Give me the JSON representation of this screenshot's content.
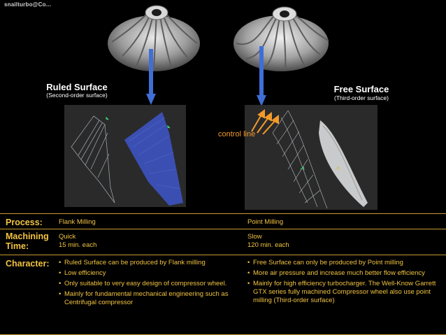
{
  "watermark": "snailturbo@Co...",
  "left": {
    "title": "Ruled Surface",
    "subtitle": "(Second-order surface)"
  },
  "right": {
    "title": "Free Surface",
    "subtitle": "(Third-order surface)",
    "control_line_label": "control line"
  },
  "colors": {
    "label_gold": "#f2c341",
    "rule_gold": "#c79a33",
    "arrow_blue": "#3f6fd6",
    "control_orange": "#f39a2a",
    "blue_blade": "#3b4fb3"
  },
  "table": {
    "process": {
      "label": "Process:",
      "left": "Flank Milling",
      "right": "Point Milling"
    },
    "machining": {
      "label_line1": "Machining",
      "label_line2": "Time:",
      "left_line1": "Quick",
      "left_line2": "15 min. each",
      "right_line1": "Slow",
      "right_line2": "120 min. each"
    },
    "character": {
      "label": "Character:",
      "left": [
        "Ruled Surface can be produced by Flank milling",
        "Low efficiency",
        "Only suitable to very easy design of compressor wheel.",
        "Mainly for fundamental mechanical engineering such as Centrifugal compressor"
      ],
      "right": [
        "Free Surface can only be produced by Point milling",
        "More air pressure and increase much better flow efficiency",
        "Mainly for high efficiency turbocharger. The Well-Know Garrett GTX series fully machined Compressor wheel also use point milling (Third-order surface)"
      ]
    }
  }
}
